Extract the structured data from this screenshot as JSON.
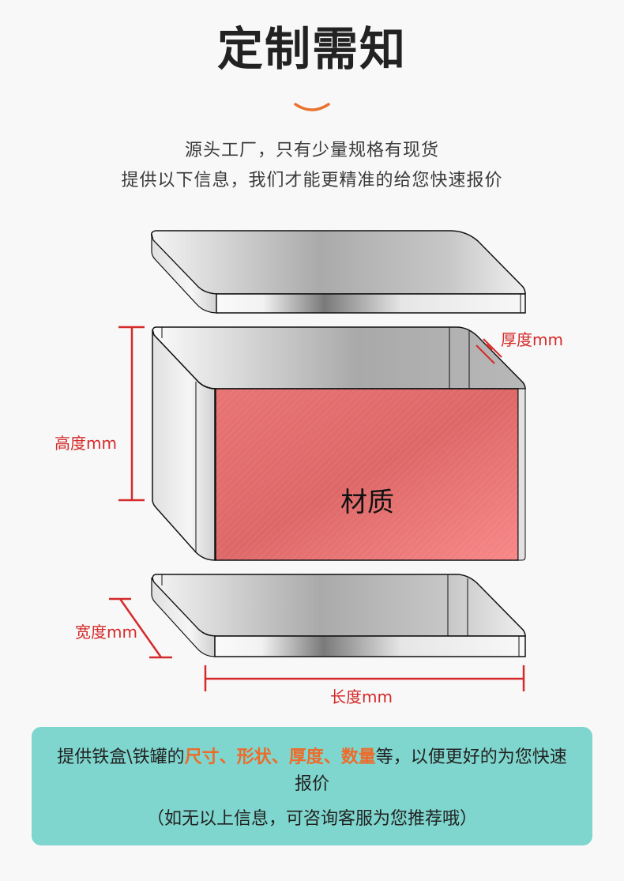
{
  "header": {
    "title": "定制需知",
    "accent_color": "#e8722e"
  },
  "intro": {
    "line1": "源头工厂，只有少量规格有现货",
    "line2": "提供以下信息，我们才能更精准的给您快速报价"
  },
  "diagram": {
    "labels": {
      "thickness": "厚度mm",
      "height": "高度mm",
      "width": "宽度mm",
      "length": "长度mm",
      "material": "材质"
    },
    "dimension_color": "#d42a2a",
    "material_color": "#e87070"
  },
  "notice": {
    "background": "#7fd6ce",
    "highlight_color": "#ec6c2c",
    "prefix": "提供铁盒\\铁罐的",
    "highlights": [
      "尺寸",
      "形状",
      "厚度",
      "数量"
    ],
    "separator": "、",
    "suffix": "等，以便更好的为您快速报价",
    "footnote": "（如无以上信息，可咨询客服为您推荐哦）"
  }
}
